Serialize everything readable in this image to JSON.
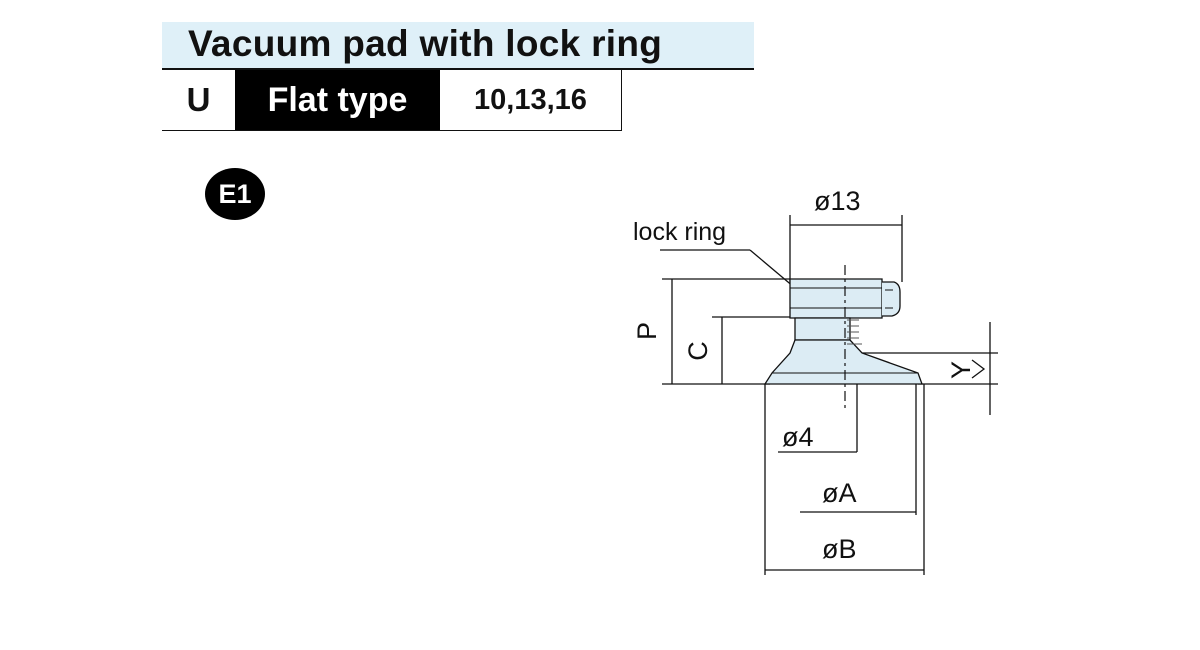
{
  "header": {
    "title": "Vacuum pad with lock ring",
    "type_code": "U",
    "type_name": "Flat type",
    "sizes": "10,13,16"
  },
  "badge": {
    "label": "E1"
  },
  "drawing": {
    "dim_top": "ø13",
    "callout": "lock ring",
    "dim_p": "P",
    "dim_c": "C",
    "dim_y": "Y",
    "dim_hole": "ø4",
    "dim_a": "øA",
    "dim_b": "øB"
  },
  "colors": {
    "title_band": "#dff0f8",
    "pad_fill": "#dcecf4",
    "line": "#111111"
  }
}
